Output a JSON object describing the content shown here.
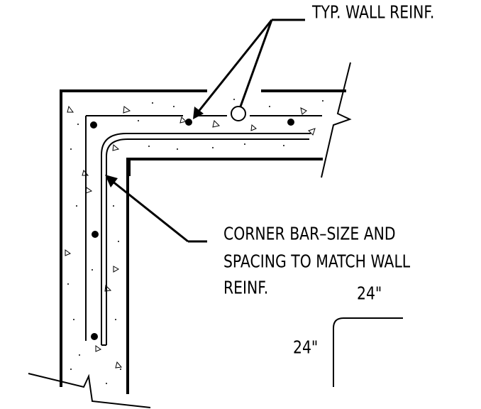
{
  "labels": {
    "typ_wall_reinf": "TYP. WALL REINF.",
    "corner_line1": "CORNER BAR–SIZE AND",
    "corner_line2": "SPACING TO MATCH WALL",
    "corner_line3": "REINF.",
    "dim_horizontal": "24\"",
    "dim_vertical": "24\""
  }
}
